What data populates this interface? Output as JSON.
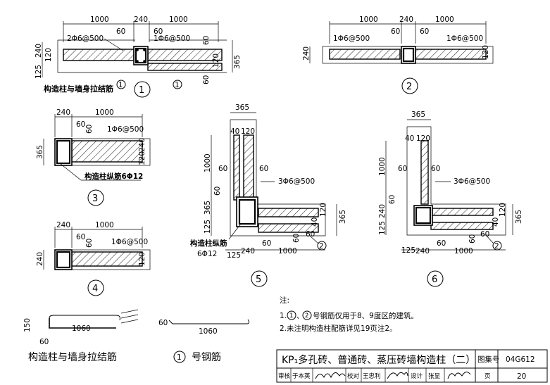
{
  "dims": {
    "d1000": "1000",
    "d240": "240",
    "d60": "60",
    "d120": "120",
    "d125": "125",
    "d365": "365",
    "d40": "40",
    "d150": "150",
    "d1060": "1060"
  },
  "rebar": {
    "two_phi6": "2Φ6@500",
    "one_phi6": "1Φ6@500",
    "three_phi6": "3Φ6@500",
    "long_bar_label": "构造柱纵筋6Φ12",
    "long_bar_label_a": "构造柱纵筋",
    "long_bar_label_b": "6Φ12",
    "tie_label": "构造柱与墙身拉结筋"
  },
  "markers": {
    "m1": "1",
    "m2": "2",
    "m3": "3",
    "m4": "4",
    "m5": "5",
    "m6": "6",
    "bar_no": "号钢筋"
  },
  "notes": {
    "heading": "注:",
    "line1_prefix": "1.",
    "line1_mid": "、",
    "line1_text": "号钢筋仅用于8、9度区的建筑。",
    "line2": "2.未注明构造柱配筋详见19页注2。"
  },
  "bottom": {
    "caption_left": "构造柱与墙身拉结筋",
    "dim_150": "150",
    "dim_60": "60",
    "dim_1060a": "1060",
    "dim_1060b": "1060"
  },
  "title_block": {
    "title": "KP₁多孔砖、普通砖、蒸压砖墙构造柱（二）",
    "atlas_no_label": "图集号",
    "atlas_no": "04G612",
    "review_label": "审核",
    "reviewer": "于本英",
    "check_label": "校对",
    "checker": "王忠利",
    "design_label": "设计",
    "designer": "张显",
    "page_label": "页",
    "page": "20"
  }
}
